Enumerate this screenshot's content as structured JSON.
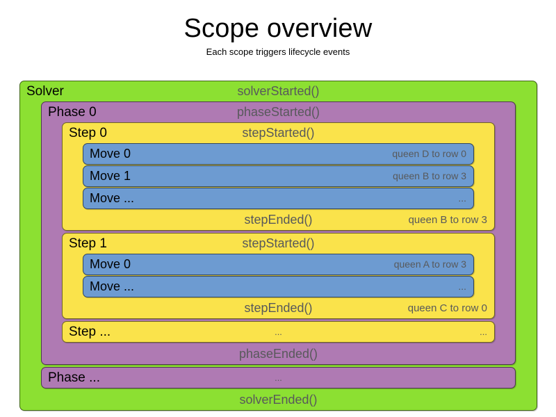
{
  "header": {
    "title": "Scope overview",
    "subtitle": "Each scope triggers lifecycle events"
  },
  "colors": {
    "solver": "#8ce032",
    "phase": "#af7ab3",
    "step": "#fae34b",
    "move": "#6d9bd1",
    "event_text": "#58595b",
    "name_text": "#000000",
    "background": "#ffffff"
  },
  "solver": {
    "name": "Solver",
    "started_event": "solverStarted()",
    "ended_event": "solverEnded()",
    "phases": [
      {
        "name": "Phase 0",
        "started_event": "phaseStarted()",
        "ended_event": "phaseEnded()",
        "steps": [
          {
            "name": "Step 0",
            "started_event": "stepStarted()",
            "ended_event": "stepEnded()",
            "ended_detail": "queen B to row 3",
            "moves": [
              {
                "name": "Move 0",
                "detail": "queen D to row 0"
              },
              {
                "name": "Move 1",
                "detail": "queen B to row 3"
              },
              {
                "name": "Move ...",
                "detail": "..."
              }
            ]
          },
          {
            "name": "Step 1",
            "started_event": "stepStarted()",
            "ended_event": "stepEnded()",
            "ended_detail": "queen C to row 0",
            "moves": [
              {
                "name": "Move 0",
                "detail": "queen A to row 3"
              },
              {
                "name": "Move ...",
                "detail": "..."
              }
            ]
          }
        ],
        "steps_ellipsis": {
          "name": "Step ...",
          "event": "...",
          "detail": "..."
        }
      }
    ],
    "phases_ellipsis": {
      "name": "Phase ...",
      "event": "..."
    }
  }
}
